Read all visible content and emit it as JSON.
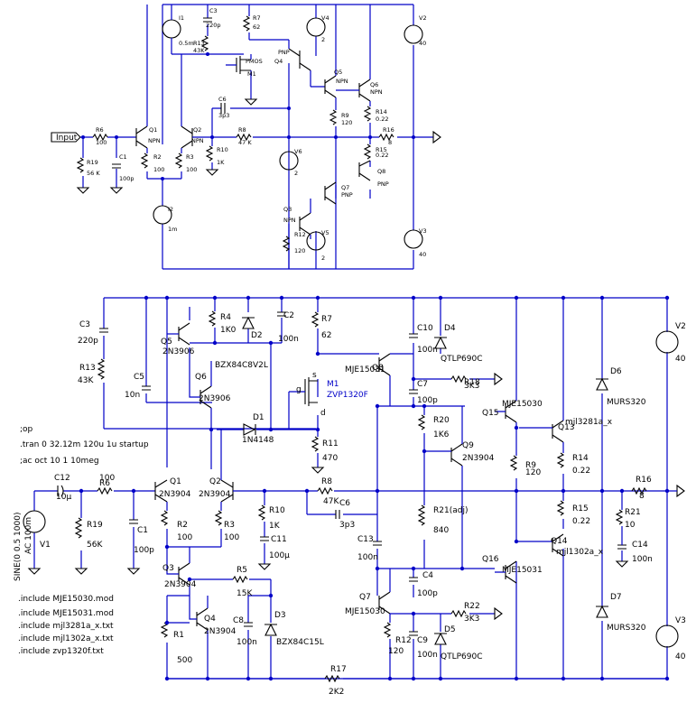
{
  "top": {
    "input_label": "Input",
    "comps": [
      {
        "id": "I1",
        "name": "I1",
        "value": "0.5m"
      },
      {
        "id": "C3",
        "name": "C3",
        "value": "220p"
      },
      {
        "id": "R13",
        "name": "R13",
        "value": "43K"
      },
      {
        "id": "R7",
        "name": "R7",
        "value": "62"
      },
      {
        "id": "V4",
        "name": "V4",
        "value": "2"
      },
      {
        "id": "V2",
        "name": "V2",
        "value": "40"
      },
      {
        "id": "M1",
        "name": "M1",
        "value": "PMOS"
      },
      {
        "id": "Q4",
        "name": "Q4",
        "value": "PNP"
      },
      {
        "id": "Q5",
        "name": "Q5",
        "value": "NPN"
      },
      {
        "id": "Q6",
        "name": "Q6",
        "value": "NPN"
      },
      {
        "id": "C6",
        "name": "C6",
        "value": "3p3"
      },
      {
        "id": "R6",
        "name": "R6",
        "value": "100"
      },
      {
        "id": "Q1",
        "name": "Q1",
        "value": "NPN"
      },
      {
        "id": "Q2",
        "name": "Q2",
        "value": "NPN"
      },
      {
        "id": "R8",
        "name": "R8",
        "value": "47 K"
      },
      {
        "id": "R9",
        "name": "R9",
        "value": "120"
      },
      {
        "id": "R14",
        "name": "R14",
        "value": "0.22"
      },
      {
        "id": "R16",
        "name": "R16",
        "value": "8"
      },
      {
        "id": "R15",
        "name": "R15",
        "value": "0.22"
      },
      {
        "id": "R19",
        "name": "R19",
        "value": "56 K"
      },
      {
        "id": "C1",
        "name": "C1",
        "value": "100p"
      },
      {
        "id": "R2",
        "name": "R2",
        "value": "100"
      },
      {
        "id": "R3",
        "name": "R3",
        "value": "100"
      },
      {
        "id": "R10",
        "name": "R10",
        "value": "1K"
      },
      {
        "id": "V6",
        "name": "V6",
        "value": "2"
      },
      {
        "id": "Q8",
        "name": "Q8",
        "value": "PNP"
      },
      {
        "id": "Q7",
        "name": "Q7",
        "value": "PNP"
      },
      {
        "id": "I2",
        "name": "I2",
        "value": "1m"
      },
      {
        "id": "Q3",
        "name": "Q3",
        "value": "NPN"
      },
      {
        "id": "R12",
        "name": "R12",
        "value": "120"
      },
      {
        "id": "V5",
        "name": "V5",
        "value": "2"
      },
      {
        "id": "V3",
        "name": "V3",
        "value": "40"
      }
    ]
  },
  "bottom": {
    "comps": [
      {
        "id": "C3",
        "name": "C3",
        "value": "220p"
      },
      {
        "id": "R13",
        "name": "R13",
        "value": "43K"
      },
      {
        "id": "C5",
        "name": "C5",
        "value": "10n"
      },
      {
        "id": "Q5",
        "name": "Q5",
        "value": "2N3906"
      },
      {
        "id": "R4",
        "name": "R4",
        "value": "1K0"
      },
      {
        "id": "D2",
        "name": "D2",
        "value": "BZX84C8V2L"
      },
      {
        "id": "C2",
        "name": "C2",
        "value": "100n"
      },
      {
        "id": "R7",
        "name": "R7",
        "value": "62"
      },
      {
        "id": "Q6",
        "name": "Q6",
        "value": "2N3906"
      },
      {
        "id": "M1",
        "name": "M1",
        "value": "ZVP1320F"
      },
      {
        "id": "D1",
        "name": "D1",
        "value": "1N4148"
      },
      {
        "id": "R11",
        "name": "R11",
        "value": "470"
      },
      {
        "id": "C10",
        "name": "C10",
        "value": "100n"
      },
      {
        "id": "D4",
        "name": "D4",
        "value": "QTLP690C"
      },
      {
        "id": "Q8",
        "name": "Q8",
        "value": "MJE15031"
      },
      {
        "id": "R18",
        "name": "R18",
        "value": "3K3"
      },
      {
        "id": "C7",
        "name": "C7",
        "value": "100p"
      },
      {
        "id": "R20",
        "name": "R20",
        "value": "1K6"
      },
      {
        "id": "Q9",
        "name": "Q9",
        "value": "2N3904"
      },
      {
        "id": "Q15",
        "name": "Q15",
        "value": "MJE15030"
      },
      {
        "id": "Q13",
        "name": "Q13",
        "value": "mjl3281a_x"
      },
      {
        "id": "D6",
        "name": "D6",
        "value": "MURS320"
      },
      {
        "id": "V2",
        "name": "V2",
        "value": "40"
      },
      {
        "id": "R9",
        "name": "R9",
        "value": "120"
      },
      {
        "id": "R14",
        "name": "R14",
        "value": "0.22"
      },
      {
        "id": "C12",
        "name": "C12",
        "value": "10µ"
      },
      {
        "id": "R6",
        "name": "R6",
        "value": "100"
      },
      {
        "id": "Q1",
        "name": "Q1",
        "value": "2N3904"
      },
      {
        "id": "Q2",
        "name": "Q2",
        "value": "2N3904"
      },
      {
        "id": "R8",
        "name": "R8",
        "value": "47K"
      },
      {
        "id": "C6",
        "name": "C6",
        "value": "3p3"
      },
      {
        "id": "R16",
        "name": "R16",
        "value": "8"
      },
      {
        "id": "R21",
        "name": "R21",
        "value": "10"
      },
      {
        "id": "R15",
        "name": "R15",
        "value": "0.22"
      },
      {
        "id": "C14",
        "name": "C14",
        "value": "100n"
      },
      {
        "id": "V1",
        "name": "V1",
        "value": ""
      },
      {
        "id": "R19",
        "name": "R19",
        "value": "56K"
      },
      {
        "id": "C1",
        "name": "C1",
        "value": "100p"
      },
      {
        "id": "R2",
        "name": "R2",
        "value": "100"
      },
      {
        "id": "R3",
        "name": "R3",
        "value": "100"
      },
      {
        "id": "R10",
        "name": "R10",
        "value": "1K"
      },
      {
        "id": "C11",
        "name": "C11",
        "value": "100µ"
      },
      {
        "id": "C13",
        "name": "C13",
        "value": "100n"
      },
      {
        "id": "R21adj",
        "name": "R21(adj)",
        "value": "840"
      },
      {
        "id": "C4",
        "name": "C4",
        "value": "100p"
      },
      {
        "id": "Q16",
        "name": "Q16",
        "value": "MJE15031"
      },
      {
        "id": "Q14",
        "name": "Q14",
        "value": "mjl1302a_x"
      },
      {
        "id": "Q3",
        "name": "Q3",
        "value": "2N3904"
      },
      {
        "id": "R5",
        "name": "R5",
        "value": "15K"
      },
      {
        "id": "R22",
        "name": "R22",
        "value": "3K3"
      },
      {
        "id": "Q4",
        "name": "Q4",
        "value": "2N3904"
      },
      {
        "id": "C8",
        "name": "C8",
        "value": "100n"
      },
      {
        "id": "D3",
        "name": "D3",
        "value": "BZX84C15L"
      },
      {
        "id": "Q7",
        "name": "Q7",
        "value": "MJE15030"
      },
      {
        "id": "D5",
        "name": "D5",
        "value": "QTLP690C"
      },
      {
        "id": "D7",
        "name": "D7",
        "value": "MURS320"
      },
      {
        "id": "V3",
        "name": "V3",
        "value": "40"
      },
      {
        "id": "R1",
        "name": "R1",
        "value": "500"
      },
      {
        "id": "R12",
        "name": "R12",
        "value": "120"
      },
      {
        "id": "C9",
        "name": "C9",
        "value": "100n"
      },
      {
        "id": "R17",
        "name": "R17",
        "value": "2K2"
      }
    ],
    "mosfet_pins": {
      "s": "s",
      "g": "g",
      "d": "d"
    },
    "v1_source_line1": "SINE(0 0.5 1000)",
    "v1_source_line2": "AC 100m",
    "directives": [
      ";op",
      ".tran 0 32.12m 120u 1u startup",
      ";ac oct 10 1 10meg"
    ],
    "includes": [
      ".include MJE15030.mod",
      ".include MJE15031.mod",
      ".include mjl3281a_x.txt",
      ".include mjl1302a_x.txt",
      ".include zvp1320f.txt"
    ]
  }
}
